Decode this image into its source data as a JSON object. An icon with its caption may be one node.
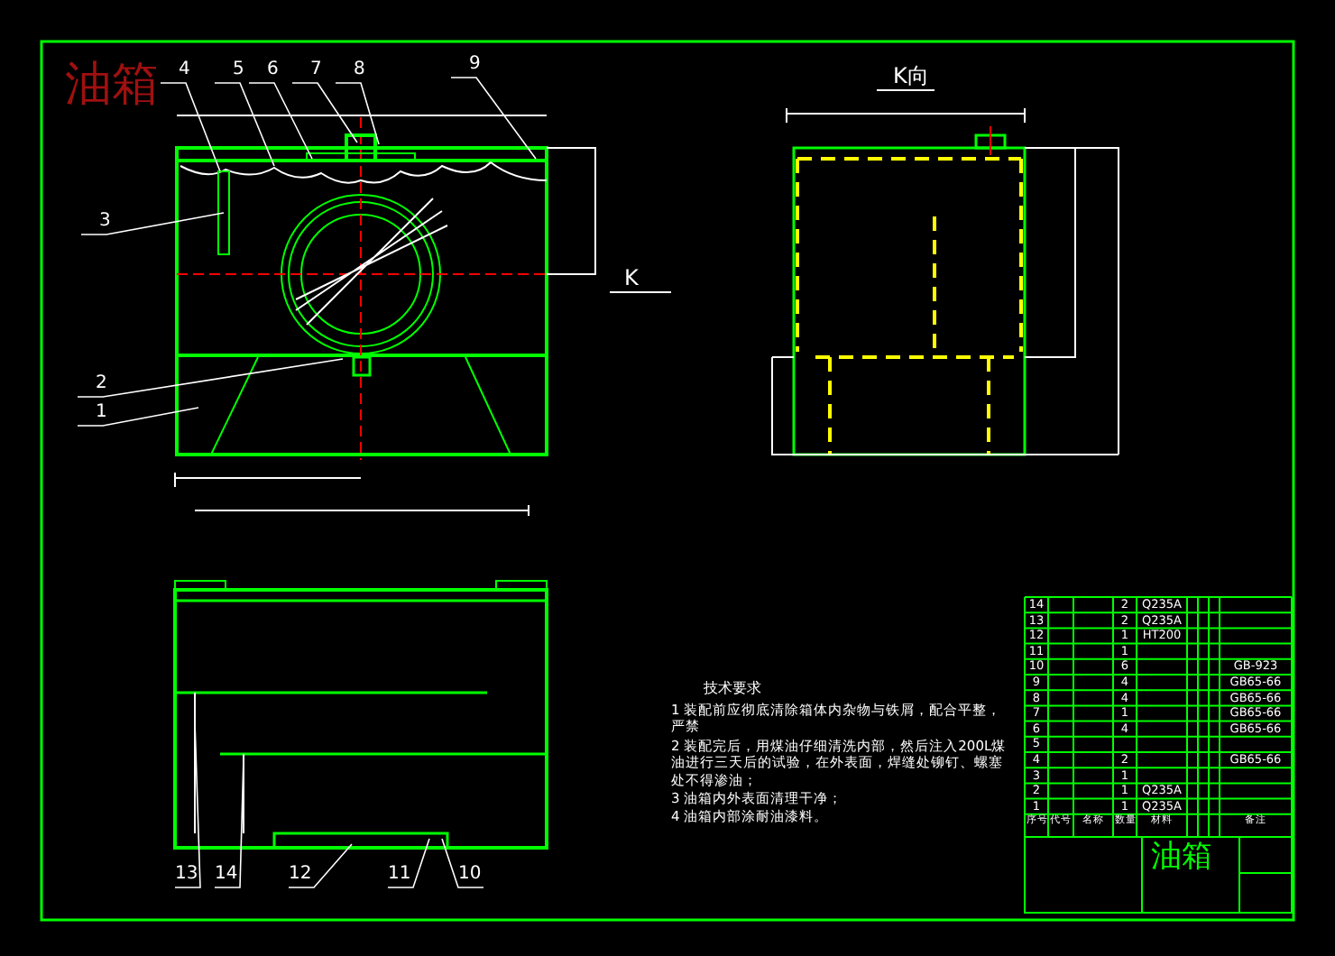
{
  "diagram": {
    "title": "油箱",
    "nodes": [
      {
        "text": [
          "1"
        ]
      },
      {
        "text": [
          "2"
        ]
      },
      {
        "text": [
          "3"
        ]
      },
      {
        "text": [
          "4"
        ]
      },
      {
        "text": [
          "5"
        ]
      },
      {
        "text": [
          "6"
        ]
      },
      {
        "text": [
          "7"
        ]
      },
      {
        "text": [
          "8"
        ]
      },
      {
        "text": [
          "9"
        ]
      },
      {
        "text": [
          "10"
        ]
      },
      {
        "text": [
          "11"
        ]
      },
      {
        "text": [
          "12"
        ]
      },
      {
        "text": [
          "13"
        ]
      },
      {
        "text": [
          "14"
        ]
      }
    ],
    "edges": [
      {
        "from": 0,
        "to": null,
        "arrow": "none"
      },
      {
        "from": 1,
        "to": null,
        "arrow": "none"
      },
      {
        "from": 2,
        "to": null,
        "arrow": "none"
      },
      {
        "from": 3,
        "to": null,
        "arrow": "none"
      },
      {
        "from": 4,
        "to": null,
        "arrow": "none"
      },
      {
        "from": 5,
        "to": null,
        "arrow": "none"
      },
      {
        "from": 6,
        "to": null,
        "arrow": "none"
      },
      {
        "from": 7,
        "to": null,
        "arrow": "none"
      },
      {
        "from": 8,
        "to": null,
        "arrow": "none"
      },
      {
        "from": 9,
        "to": null,
        "arrow": "none"
      },
      {
        "from": 10,
        "to": null,
        "arrow": "none"
      },
      {
        "from": 11,
        "to": null,
        "arrow": "none"
      },
      {
        "from": 12,
        "to": null,
        "arrow": "none"
      },
      {
        "from": 13,
        "to": null,
        "arrow": "none"
      }
    ],
    "labels": [
      "K向",
      "K",
      "技术要求",
      "1 装配前应彻底清除箱体内杂物与铁屑，配合平整，严禁",
      "2 装配完后，用煤油仔细清洗内部，然后注入200L煤油进行三天后的试验，在外表面，焊缝处铆钉、螺塞处不得渗油；",
      "3 油箱内外表面清理干净；",
      "4 油箱内部涂耐油漆料。",
      "14",
      "2",
      "Q235A",
      "13",
      "2",
      "Q235A",
      "12",
      "1",
      "HT200",
      "11",
      "1",
      "10",
      "6",
      "GB-923",
      "9",
      "4",
      "GB65-66",
      "8",
      "4",
      "GB65-66",
      "7",
      "1",
      "GB65-66",
      "6",
      "4",
      "GB65-66",
      "5",
      "4",
      "2",
      "GB65-66",
      "3",
      "1",
      "2",
      "1",
      "Q235A",
      "1",
      "1",
      "Q235A",
      "序号",
      "代号",
      "名称",
      "数量",
      "材料",
      "备注",
      "油箱"
    ]
  }
}
